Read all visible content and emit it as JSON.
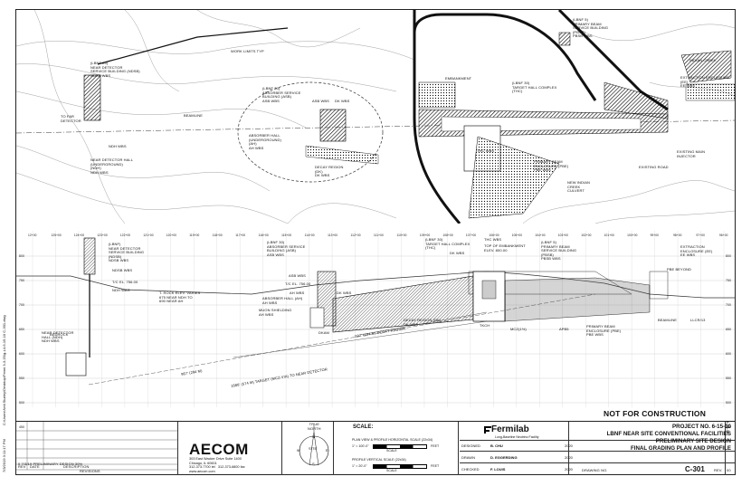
{
  "plan_labels": {
    "work_limits": "WORK LIMITS TYP",
    "lbnf_primary": "(LBNF 5)\nPRIMARY BEAM\nSERVICE BUILDING\n(PBSB)\nPBSB WBS",
    "indian_creek": "INDIAN CREEK",
    "extraction": "EXTRACTION ENCLOSURE\n(EE)\nEE WBS",
    "lbnf_near": "(LBNF 20)\nNEAR DETECTOR\nSERVICE BUILDING (NDSB)\nNDSB WBS",
    "absorber_sb": "(LBNF 30)\nABSORBER SERVICE\nBUILDING (ASB)\nASB WBS",
    "asb_wbs": "ASB WBS",
    "dk_wbs": "DK WBS",
    "embankment": "EMBANKMENT",
    "target_hall": "(LBNF 30)\nTARGET HALL COMPLEX\n(THC)",
    "to_far": "TO FAR\nDETECTOR",
    "beamline": "BEAMLINE",
    "absorber_hall": "ABSORBER HALL\n(UNDERGROUND)\n(AH)\nAH WBS",
    "ndh_wbs": "NDH WBS",
    "near_hall": "NEAR DETECTOR HALL\n(UNDERGROUND)\n(NDH)\nNDH WBS",
    "decay": "DECAY REGION\n(DK)\nDK WBS",
    "thc_wbs": "THC WBS",
    "pbe": "PRIMARY BEAM\nENCLOSURE (PBE)\nPBE WBS",
    "new_creek": "NEW INDIAN\nCREEK\nCULVERT",
    "main_injector": "EXISTING MAIN\nINJECTOR",
    "kautz": "EXISTING ROAD"
  },
  "profile_labels": {
    "lbnf_ndsb": "(LBNF)\nNEAR DETECTOR\nSERVICE BUILDING\n(NDSB)\nNDSB WBS",
    "ndsb_wbs": "NDSB WBS",
    "tic": "T/C EL. 756.00",
    "ndh_wbs": "NDH WBS",
    "lbnf_asb": "(LBNF 30)\nABSORBER SERVICE\nBUILDING (ASB)\nASB WBS",
    "asb_wbs": "ASB WBS",
    "tic2": "T/C EL. 756.00",
    "ah_wbs": "AH WBS",
    "dk_wbs": "DK WBS",
    "rock": "T. ROCK ELEV. VARIES\n675 NEAR NDH TO\n690 NEAR AH",
    "absorber_hall": "ABSORBER HALL (AH)\nAH WBS",
    "muon": "MUON SHIELDING\nAH WBS",
    "thc": "(LBNF 30)\nTARGET HALL COMPLEX\n(THC)",
    "dk_wbs2": "DK WBS",
    "thc_wbs": "THC WBS",
    "embank": "TOP OF EMBANKMENT\nELEV. 800.00",
    "pbsb": "(LBNF 5)\nPRIMARY BEAM\nSERVICE BUILDING\n(PBSB)\nPBSB WBS",
    "ee": "EXTRACTION\nENCLOSURE (EE)\nEE WBS",
    "pbe_beyond": "PBE BEYOND",
    "bedrock": "BEDROCK",
    "near_hall": "NEAR DETECTOR\nHALL (NDH)\nNDH WBS",
    "decay": "DECAY REGION (DK)\nDK WBS",
    "dk_grade": "597' (194 M) DECAY REGION",
    "beam_dist": "967' (294 M)",
    "target_dist": "1886' (574 M) TARGET (MCZ-VIA) TO NEAR DETECTOR",
    "tkch": "TKCH",
    "mcz": "MCZ(1%)",
    "apb": "APB5",
    "pbe": "PRIMARY BEAM\nENCLOSURE (PBE)\nPBE WBS",
    "beamline": "BEAMLINE",
    "llcr": "LLCR/13",
    "dkam": "DKAM"
  },
  "stations_top": [
    "12+00",
    "125+00",
    "124+00",
    "123+00",
    "122+00",
    "121+00",
    "120+00",
    "119+00",
    "118+00",
    "117+00",
    "116+00",
    "115+00",
    "114+00",
    "113+00",
    "112+00",
    "111+00",
    "110+00",
    "109+00",
    "108+00",
    "107+00",
    "106+00",
    "105+00",
    "104+00",
    "103+00",
    "102+00",
    "101+00",
    "100+00",
    "99+00",
    "98+00",
    "97+00",
    "96+00"
  ],
  "elevations": [
    "800",
    "750",
    "700",
    "650",
    "600",
    "550",
    "500",
    "450"
  ],
  "side_text": "C:\\Users\\Neil.Sturley\\Desktop\\Fermi 3-3-20\\g-L4-6-15-10 C-301.dwg",
  "side_date": "7/3/2019 3:11:17 PM",
  "not_for_construction": "NOT FOR CONSTRUCTION",
  "aecom": {
    "name": "AECOM",
    "address": "303 East Wacker Drive Suite 1400\nChicago, IL 60601\n312-373-7700 tel   312-373-6800 fax\nwww.aecom.com"
  },
  "north": {
    "label": "TRUE\nNORTH",
    "site": "SITE",
    "letters": [
      "N",
      "E",
      "S",
      "W"
    ]
  },
  "scale": {
    "title": "SCALE:",
    "plan_label": "PLAN VIEW & PROFILE HORIZONTAL SCALE (22x34)",
    "plan_ratio": "1\" = 100'-0\"",
    "profile_label": "PROFILE VERTICAL SCALE (22x34)",
    "profile_ratio": "1\" = 20'-0\"",
    "unit": "FEET",
    "word": "SCALE"
  },
  "revisions": {
    "row": "0   7/3/19  PRELIMINARY DESIGN 30%",
    "header": [
      "REV",
      "DATE",
      "DESCRIPTION"
    ],
    "footer": "REVISIONS"
  },
  "fermilab": {
    "name": "Fermilab",
    "sub": "Long-Baseline Neutrino Facility"
  },
  "credits": [
    {
      "role": "DESIGNED",
      "name": "B. CHU",
      "date": "2020"
    },
    {
      "role": "DRAWN",
      "name": "D. EGGERDING",
      "date": "2020"
    },
    {
      "role": "CHECKED",
      "name": "F. LOUIS",
      "date": "2020"
    }
  ],
  "project": {
    "number": "PROJECT NO. 6-15-10",
    "line1": "LBNF NEAR SITE CONVENTIONAL FACILITIES",
    "line2": "PRELIMINARY SITE DESIGN",
    "line3": "FINAL GRADING PLAN AND PROFILE"
  },
  "drawing_no_label": "DRAWING NO.",
  "sheet_no": "C-301",
  "rev_label": "REV.",
  "rev": "00",
  "file_code": "6-15-10"
}
